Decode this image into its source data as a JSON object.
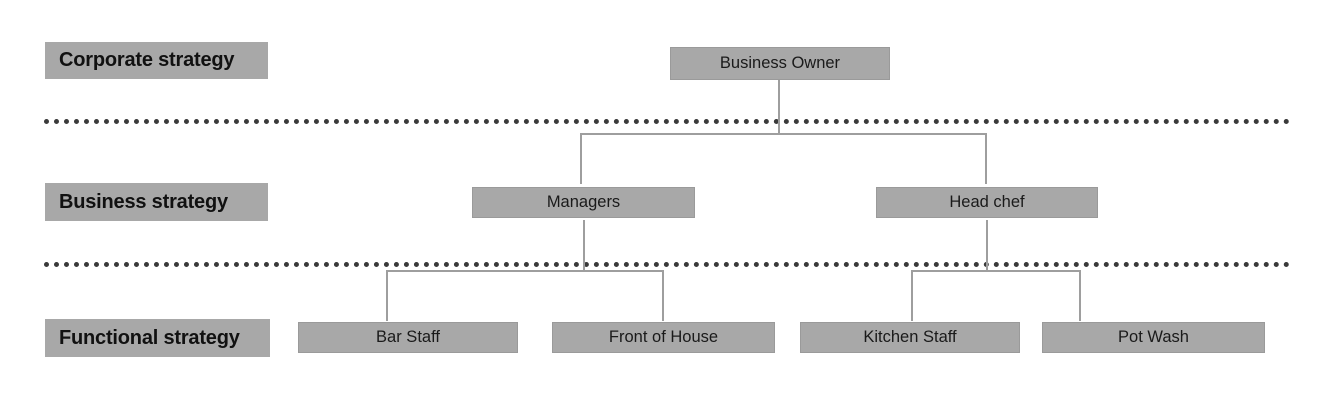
{
  "diagram": {
    "title": "Strategy hierarchy organisation chart",
    "colors": {
      "box_fill": "#a8a8a8",
      "box_border": "#9a9a9a",
      "connector": "#9e9e9e",
      "separator": "#3a3a3a",
      "text": "#1a1a1a",
      "background": "#ffffff"
    },
    "tiers": [
      {
        "label": "Corporate strategy"
      },
      {
        "label": "Business strategy"
      },
      {
        "label": "Functional strategy"
      }
    ],
    "nodes": {
      "business_owner": "Business Owner",
      "managers": "Managers",
      "head_chef": "Head chef",
      "bar_staff": "Bar Staff",
      "front_of_house": "Front of House",
      "kitchen_staff": "Kitchen Staff",
      "pot_wash": "Pot Wash"
    }
  }
}
